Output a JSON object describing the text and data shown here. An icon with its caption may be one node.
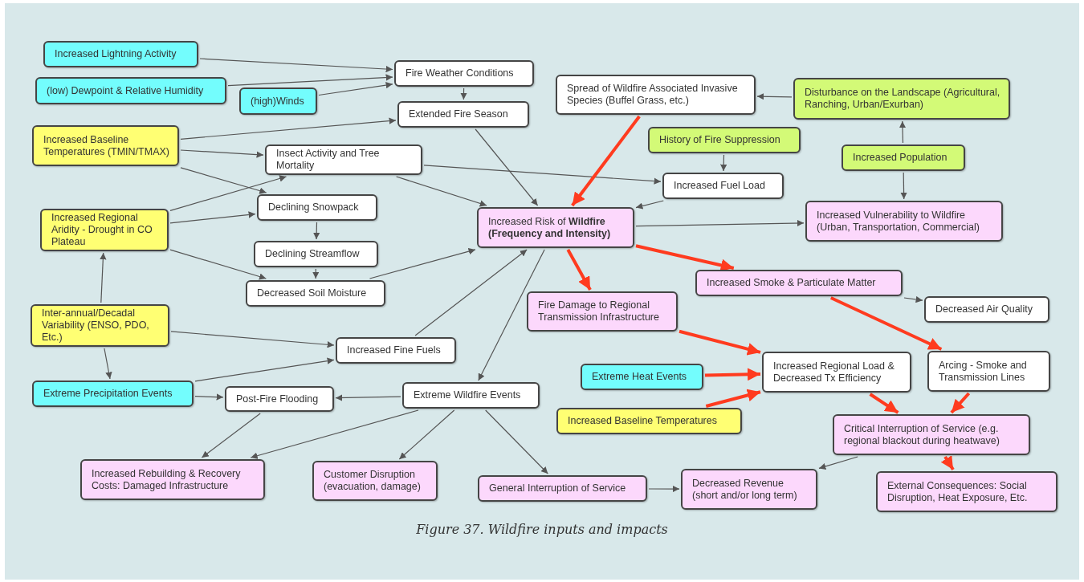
{
  "diagram": {
    "caption": "Figure 37. Wildfire inputs and impacts",
    "nodes": [
      {
        "text": [
          "Increased Lightning Activity"
        ]
      },
      {
        "text": [
          "(low) Dewpoint & Relative Humidity"
        ]
      },
      {
        "text": [
          "(high)Winds"
        ]
      },
      {
        "text": [
          "Fire Weather Conditions"
        ]
      },
      {
        "text": [
          "Extended Fire Season"
        ]
      },
      {
        "text": [
          "Spread of Wildfire Associated Invasive Species (Buffel Grass, etc.)"
        ]
      },
      {
        "text": [
          "Disturbance on the Landscape (Agricultural, Ranching, Urban/Exurban)"
        ]
      },
      {
        "text": [
          "Increased Baseline Temperatures (TMIN/TMAX)"
        ]
      },
      {
        "text": [
          "Insect Activity and Tree Mortality"
        ]
      },
      {
        "text": [
          "History of Fire Suppression"
        ]
      },
      {
        "text": [
          "Increased Population"
        ]
      },
      {
        "text": [
          "Increased Fuel Load"
        ]
      },
      {
        "text": [
          "Increased Regional Aridity - Drought in CO Plateau"
        ]
      },
      {
        "text": [
          "Declining Snowpack"
        ]
      },
      {
        "text": [
          "Increased Risk of **Wildfire (Frequency and Intensity)**"
        ]
      },
      {
        "text": [
          "Increased Vulnerability to Wildfire (Urban, Transportation, Commercial)"
        ]
      },
      {
        "text": [
          "Declining Streamflow"
        ]
      },
      {
        "text": [
          "Decreased Soil Moisture"
        ]
      },
      {
        "text": [
          "Increased Smoke & Particulate Matter"
        ]
      },
      {
        "text": [
          "Fire Damage to Regional Transmission Infrastructure"
        ]
      },
      {
        "text": [
          "Decreased Air Quality"
        ]
      },
      {
        "text": [
          "Inter-annual/Decadal Variability (ENSO, PDO, Etc.)"
        ]
      },
      {
        "text": [
          "Increased Fine Fuels"
        ]
      },
      {
        "text": [
          "Extreme Heat Events"
        ]
      },
      {
        "text": [
          "Increased Regional Load & Decreased Tx Efficiency"
        ]
      },
      {
        "text": [
          "Arcing - Smoke and Transmission Lines"
        ]
      },
      {
        "text": [
          "Extreme Precipitation Events"
        ]
      },
      {
        "text": [
          "Post-Fire Flooding"
        ]
      },
      {
        "text": [
          "Extreme Wildfire Events"
        ]
      },
      {
        "text": [
          "Increased Baseline Temperatures"
        ]
      },
      {
        "text": [
          "Critical Interruption of Service (e.g. regional blackout during heatwave)"
        ]
      },
      {
        "text": [
          "Increased Rebuilding & Recovery Costs: Damaged Infrastructure"
        ]
      },
      {
        "text": [
          "Customer Disruption (evacuation, damage)"
        ]
      },
      {
        "text": [
          "General Interruption of Service"
        ]
      },
      {
        "text": [
          "Decreased Revenue (short and/or long term)"
        ]
      },
      {
        "text": [
          "External Consequences: Social Disruption, Heat Exposure, Etc."
        ]
      }
    ],
    "edges": [
      {
        "from": 0,
        "to": 3,
        "arrow": "to"
      },
      {
        "from": 1,
        "to": 3,
        "arrow": "to"
      },
      {
        "from": 2,
        "to": 3,
        "arrow": "to"
      },
      {
        "from": 3,
        "to": 4,
        "arrow": "to"
      },
      {
        "from": 7,
        "to": 4,
        "arrow": "to"
      },
      {
        "from": 7,
        "to": 8,
        "arrow": "to"
      },
      {
        "from": 7,
        "to": 13,
        "arrow": "to"
      },
      {
        "from": 12,
        "to": 8,
        "arrow": "to"
      },
      {
        "from": 12,
        "to": 13,
        "arrow": "to"
      },
      {
        "from": 13,
        "to": 16,
        "arrow": "to"
      },
      {
        "from": 16,
        "to": 17,
        "arrow": "to"
      },
      {
        "from": 12,
        "to": 17,
        "arrow": "to"
      },
      {
        "from": 6,
        "to": 5,
        "arrow": "to"
      },
      {
        "from": 10,
        "to": 6,
        "arrow": "to"
      },
      {
        "from": 10,
        "to": 15,
        "arrow": "to"
      },
      {
        "from": 9,
        "to": 11,
        "arrow": "to"
      },
      {
        "from": 8,
        "to": 11,
        "arrow": "to"
      },
      {
        "from": 8,
        "to": 14,
        "arrow": "to"
      },
      {
        "from": 4,
        "to": 14,
        "arrow": "to"
      },
      {
        "from": 5,
        "to": 14,
        "arrow": "to",
        "style": "thick",
        "color": "#ff3b1f"
      },
      {
        "from": 11,
        "to": 14,
        "arrow": "to"
      },
      {
        "from": 17,
        "to": 14,
        "arrow": "to"
      },
      {
        "from": 22,
        "to": 14,
        "arrow": "to"
      },
      {
        "from": 14,
        "to": 15,
        "arrow": "to"
      },
      {
        "from": 14,
        "to": 28,
        "arrow": "to"
      },
      {
        "from": 14,
        "to": 19,
        "arrow": "to",
        "style": "thick",
        "color": "#ff3b1f"
      },
      {
        "from": 14,
        "to": 18,
        "arrow": "to",
        "style": "thick",
        "color": "#ff3b1f"
      },
      {
        "from": 18,
        "to": 20,
        "arrow": "to"
      },
      {
        "from": 18,
        "to": 25,
        "arrow": "to",
        "style": "thick",
        "color": "#ff3b1f"
      },
      {
        "from": 19,
        "to": 24,
        "arrow": "to",
        "style": "thick",
        "color": "#ff3b1f"
      },
      {
        "from": 23,
        "to": 24,
        "arrow": "to",
        "style": "thick",
        "color": "#ff3b1f"
      },
      {
        "from": 29,
        "to": 24,
        "arrow": "to",
        "style": "thick",
        "color": "#ff3b1f"
      },
      {
        "from": 24,
        "to": 30,
        "arrow": "to",
        "style": "thick",
        "color": "#ff3b1f"
      },
      {
        "from": 25,
        "to": 30,
        "arrow": "to",
        "style": "thick",
        "color": "#ff3b1f"
      },
      {
        "from": 30,
        "to": 35,
        "arrow": "to",
        "style": "thick",
        "color": "#ff3b1f"
      },
      {
        "from": 30,
        "to": 34,
        "arrow": "to"
      },
      {
        "from": 21,
        "to": 12,
        "arrow": "to"
      },
      {
        "from": 21,
        "to": 22,
        "arrow": "to"
      },
      {
        "from": 21,
        "to": 26,
        "arrow": "to"
      },
      {
        "from": 26,
        "to": 22,
        "arrow": "to"
      },
      {
        "from": 26,
        "to": 27,
        "arrow": "to"
      },
      {
        "from": 28,
        "to": 27,
        "arrow": "to"
      },
      {
        "from": 27,
        "to": 31,
        "arrow": "to"
      },
      {
        "from": 28,
        "to": 31,
        "arrow": "to"
      },
      {
        "from": 28,
        "to": 32,
        "arrow": "to"
      },
      {
        "from": 28,
        "to": 33,
        "arrow": "to"
      },
      {
        "from": 33,
        "to": 34,
        "arrow": "to"
      }
    ]
  }
}
